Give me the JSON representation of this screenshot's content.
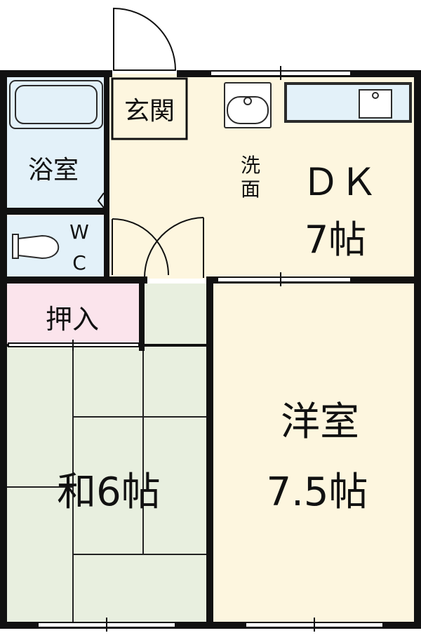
{
  "floor_plan": {
    "rooms": {
      "entrance": {
        "label": "玄関"
      },
      "bath": {
        "label": "浴室"
      },
      "wc": {
        "label_w": "W",
        "label_c": "C"
      },
      "dk": {
        "wash_line1": "洗",
        "wash_line2": "面",
        "name": "ＤＫ",
        "size": "7帖"
      },
      "closet": {
        "label": "押入"
      },
      "washitsu": {
        "label": "和6帖"
      },
      "youshitsu": {
        "name": "洋室",
        "size": "7.5帖"
      }
    },
    "colors": {
      "wall": "#111111",
      "dk_floor": "#fdf6df",
      "youshitsu_floor": "#fdf6df",
      "tatami": "#e8efdf",
      "bath": "#e3f1f9",
      "closet": "#fbe4ec",
      "fixture_line": "#2b2b2b"
    }
  }
}
